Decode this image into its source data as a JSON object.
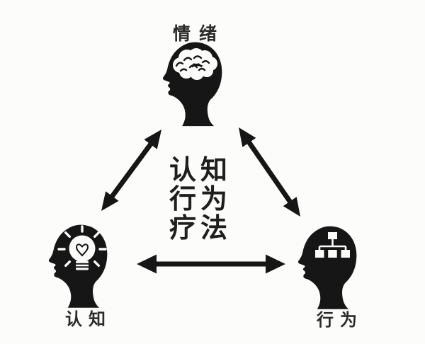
{
  "diagram": {
    "background_color": "#fcfcfa",
    "ink_color": "#161616",
    "center_text": {
      "lines": [
        "认知",
        "行为",
        "疗法"
      ]
    },
    "nodes": [
      {
        "id": "emotion",
        "label": "情绪",
        "icon": "brain-icon",
        "position": "top"
      },
      {
        "id": "cognition",
        "label": "认知",
        "icon": "lightbulb-icon",
        "position": "bottom-left"
      },
      {
        "id": "behavior",
        "label": "行为",
        "icon": "org-chart-icon",
        "position": "bottom-right"
      }
    ],
    "connections": [
      {
        "from": "情绪",
        "to": "认知",
        "type": "double-headed-arrow"
      },
      {
        "from": "情绪",
        "to": "行为",
        "type": "double-headed-arrow"
      },
      {
        "from": "认知",
        "to": "行为",
        "type": "double-headed-arrow"
      }
    ]
  }
}
